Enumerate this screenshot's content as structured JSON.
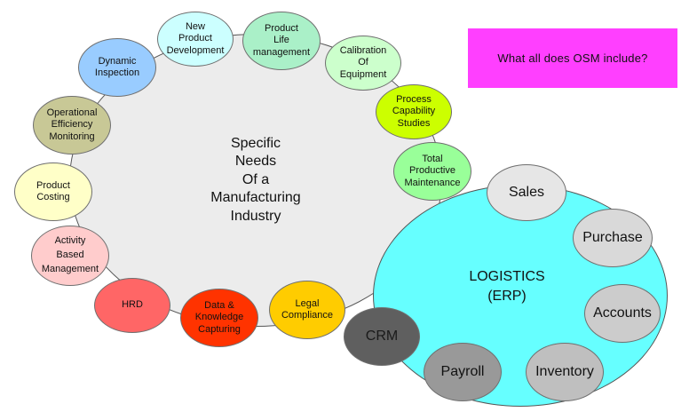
{
  "main_circle": {
    "label": "Specific\nNeeds\nOf a\nManufacturing\nIndustry",
    "color": "#ececec"
  },
  "logistics": {
    "label": "LOGISTICS\n(ERP)",
    "color": "#66ffff"
  },
  "callout": {
    "text": "What all does OSM include?",
    "color": "#ff3fff"
  },
  "needs": [
    {
      "label": "New\nProduct\nDevelopment",
      "color": "#ccffff"
    },
    {
      "label": "Product\nLife\nmanagement",
      "color": "#aaf0c8"
    },
    {
      "label": "Calibration\nOf\nEquipment",
      "color": "#ccffcc"
    },
    {
      "label": "Process\nCapability\nStudies",
      "color": "#ccff00"
    },
    {
      "label": "Total\nProductive\nMaintenance",
      "color": "#99ff99"
    },
    {
      "label": "Dynamic\nInspection",
      "color": "#99ccff"
    },
    {
      "label": "Operational\nEfficiency\nMonitoring",
      "color": "#c8c896"
    },
    {
      "label": "Product\nCosting",
      "color": "#ffffc8"
    },
    {
      "label": "Activity\nBased\nManagement",
      "color": "#ffcccc"
    },
    {
      "label": "HRD",
      "color": "#ff6666"
    },
    {
      "label": "Data &\nKnowledge\nCapturing",
      "color": "#ff3300"
    },
    {
      "label": "Legal\nCompliance",
      "color": "#ffcc00"
    }
  ],
  "erp_modules": [
    {
      "label": "Sales",
      "color": "#e6e6e6"
    },
    {
      "label": "Purchase",
      "color": "#d9d9d9"
    },
    {
      "label": "Accounts",
      "color": "#cccccc"
    },
    {
      "label": "Inventory",
      "color": "#bfbfbf"
    },
    {
      "label": "Payroll",
      "color": "#999999"
    },
    {
      "label": "CRM",
      "color": "#5f5f5f"
    }
  ]
}
